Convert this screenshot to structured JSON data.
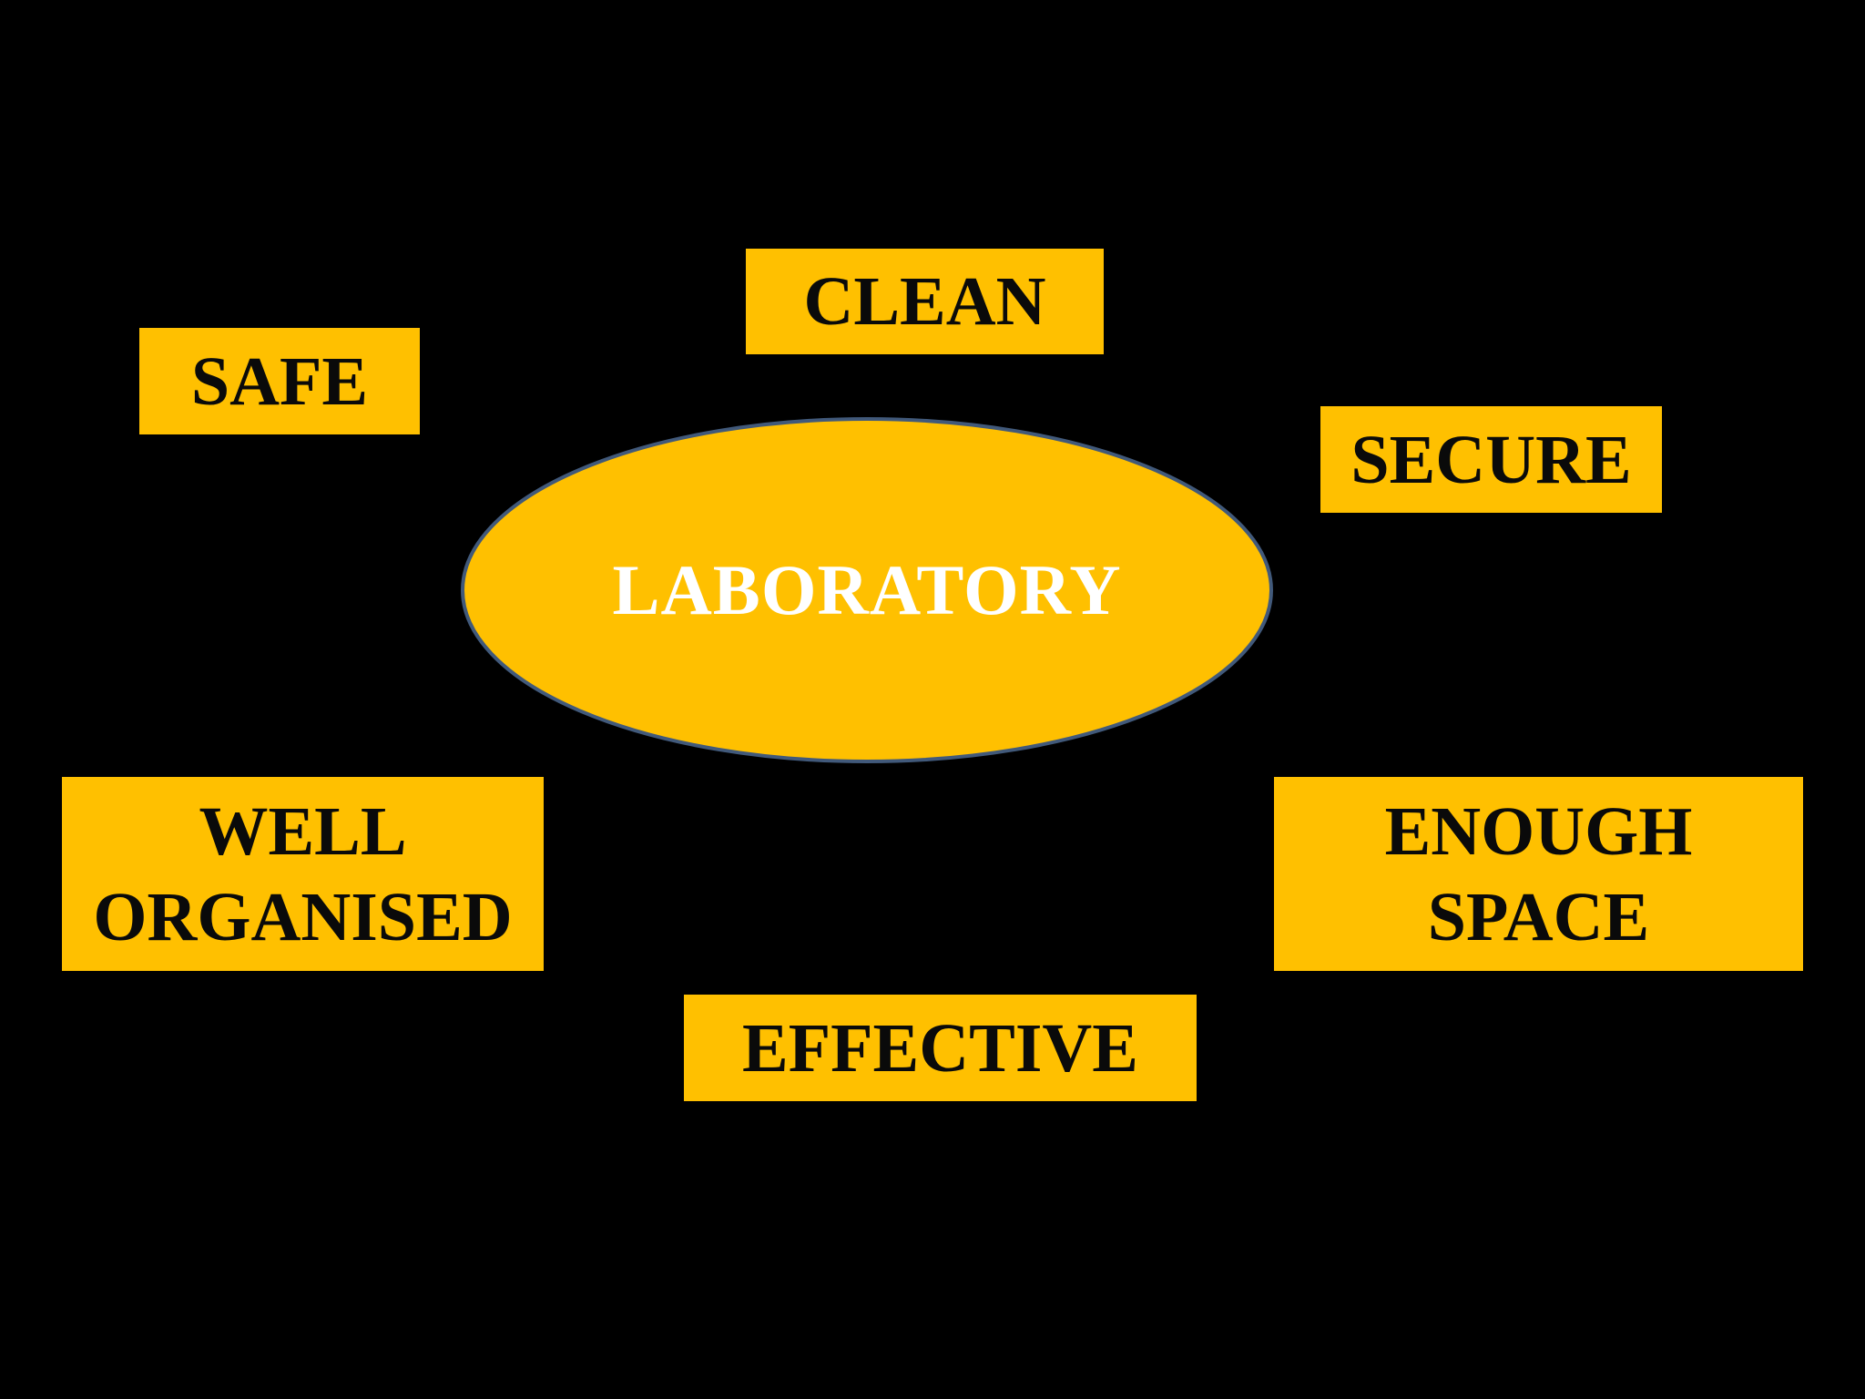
{
  "center": {
    "label": "LABORATORY"
  },
  "attributes": {
    "clean": "CLEAN",
    "safe": "SAFE",
    "secure": "SECURE",
    "well_organised": [
      "WELL",
      "ORGANISED"
    ],
    "enough_space": [
      "ENOUGH",
      "SPACE"
    ],
    "effective": "EFFECTIVE"
  },
  "colors": {
    "background": "#000000",
    "box_fill": "#FFC000",
    "box_text": "#0A0A0A",
    "center_text": "#FFFFFF",
    "ellipse_outline": "#41597A"
  }
}
